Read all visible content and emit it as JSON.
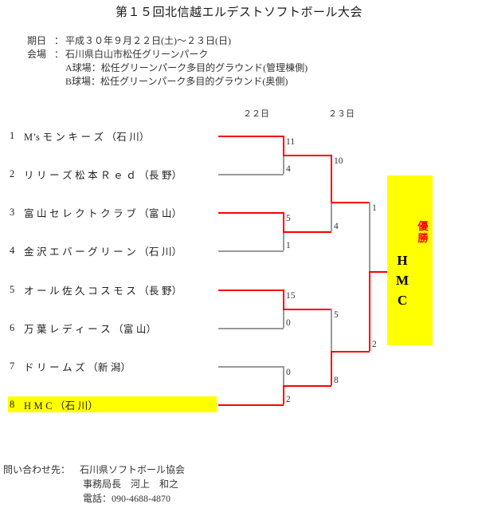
{
  "document": {
    "title": "第１５回北信越エルデストソフトボール大会"
  },
  "info": {
    "date_label": "期日",
    "date_value": "平成３０年９月２２日(土)〜２３日(日)",
    "venue_label": "会場",
    "venue_value": "石川県白山市松任グリーンパーク",
    "venue_a": "A球場：松任グリーンパーク多目的グラウンド(管理棟側)",
    "venue_b": "B球場：松任グリーンパーク多目的グラウンド(奥側)",
    "colon": "："
  },
  "bracket": {
    "day_headers": [
      {
        "key": "day22",
        "label": "２２日"
      },
      {
        "key": "day23",
        "label": "２３日"
      }
    ],
    "teams": [
      {
        "seed": "1",
        "name": "M’s モ ン キ ー ズ （石 川）",
        "highlight": false
      },
      {
        "seed": "2",
        "name": "リ リ ー ズ 松 本 Ｒ ｅ ｄ （長 野）",
        "highlight": false
      },
      {
        "seed": "3",
        "name": "富 山 セ レ ク ト ク ラ ブ （富 山）",
        "highlight": false
      },
      {
        "seed": "4",
        "name": "金 沢 エ バ ー グ リ ー ン （石 川）",
        "highlight": false
      },
      {
        "seed": "5",
        "name": "オ ー ル 佐 久 コ ス モ ス （長 野）",
        "highlight": false
      },
      {
        "seed": "6",
        "name": "万 葉 レ デ ィ ー ス （富 山）",
        "highlight": false
      },
      {
        "seed": "7",
        "name": "ド リ ー ム ズ （新 潟）",
        "highlight": false
      },
      {
        "seed": "8",
        "name": "H          M          C （石 川）",
        "highlight": true
      }
    ],
    "round1": [
      {
        "match": "m1",
        "top_score": "11",
        "bottom_score": "4",
        "winner": "top"
      },
      {
        "match": "m2",
        "top_score": "5",
        "bottom_score": "1",
        "winner": "top"
      },
      {
        "match": "m3",
        "top_score": "15",
        "bottom_score": "0",
        "winner": "top"
      },
      {
        "match": "m4",
        "top_score": "0",
        "bottom_score": "2",
        "winner": "bottom"
      }
    ],
    "round2": [
      {
        "match": "s1",
        "top_score": "10",
        "bottom_score": "4",
        "winner": "top"
      },
      {
        "match": "s2",
        "top_score": "5",
        "bottom_score": "8",
        "winner": "bottom"
      }
    ],
    "final": {
      "match": "f1",
      "top_score": "1",
      "bottom_score": "2",
      "winner": "bottom"
    },
    "champion": {
      "label": "優勝",
      "name_lines": "HMC"
    },
    "colors": {
      "winner_line": "#ff0000",
      "loser_line": "#999999",
      "highlight": "#ffff00"
    }
  },
  "footer": {
    "contact_label": "問い合わせ先：",
    "organization": "石川県ソフトボール協会",
    "person": "事務局長　河上　和之",
    "phone": "電話：090-4688-4870"
  }
}
